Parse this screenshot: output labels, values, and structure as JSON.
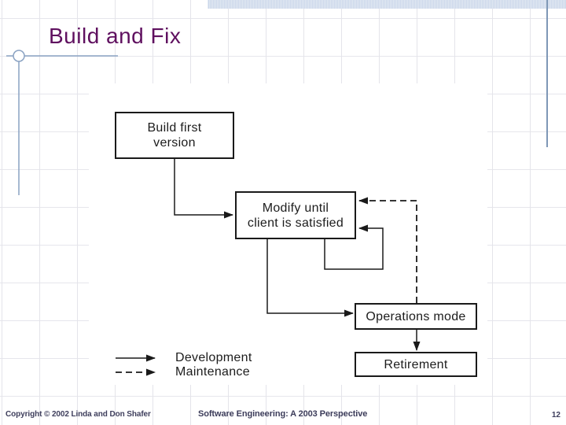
{
  "slide": {
    "title": "Build and Fix"
  },
  "diagram": {
    "boxes": [
      {
        "id": "build-first-version",
        "lines": [
          "Build first",
          "version"
        ]
      },
      {
        "id": "modify-until-satisfied",
        "lines": [
          "Modify until",
          "client is satisfied"
        ]
      },
      {
        "id": "operations-mode",
        "lines": [
          "Operations mode"
        ]
      },
      {
        "id": "retirement",
        "lines": [
          "Retirement"
        ]
      }
    ],
    "legend": [
      {
        "style": "solid",
        "label": "Development"
      },
      {
        "style": "dashed",
        "label": "Maintenance"
      }
    ]
  },
  "footer": {
    "copyright": "Copyright © 2002 Linda and Don Shafer",
    "center": "Software Engineering: A 2003 Perspective",
    "page_number": "12"
  },
  "colors": {
    "title_text": "#5f105f",
    "accent_line": "#8aa2c2",
    "top_band_fill": "#cbd7ea",
    "diagram_ink": "#1a1a1a",
    "footer_text": "#3e3e5c"
  }
}
